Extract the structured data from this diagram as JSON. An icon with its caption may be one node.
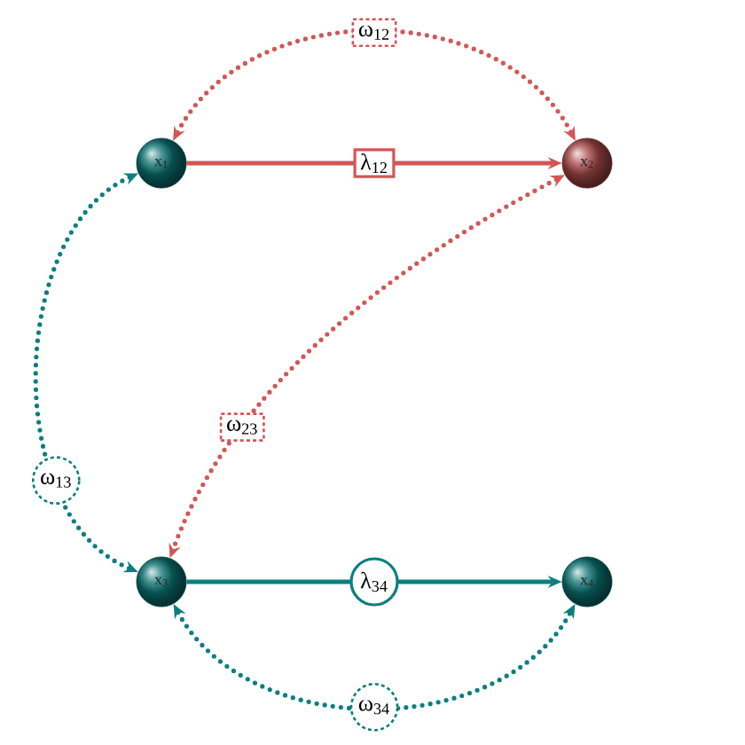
{
  "diagram": {
    "nodes": [
      {
        "text": [
          "x$_{1}$"
        ]
      },
      {
        "text": [
          "x$_{2}$"
        ]
      },
      {
        "text": [
          "x$_{3}$"
        ]
      },
      {
        "text": [
          "x$_{4}$"
        ]
      }
    ],
    "edges": [
      {
        "from": 0,
        "to": 1,
        "arrow": "to",
        "label": "λ$_{12}$",
        "color": "#d35656"
      },
      {
        "from": 0,
        "to": 1,
        "arrow": "both",
        "label": "ω$_{12}$",
        "style": "dashed",
        "color": "#d35656"
      },
      {
        "from": 1,
        "to": 2,
        "arrow": "both",
        "label": "ω$_{23}$",
        "style": "dashed",
        "color": "#d35656"
      },
      {
        "from": 0,
        "to": 2,
        "arrow": "both",
        "label": "ω$_{13}$",
        "style": "dashed",
        "color": "#0b7f7f"
      },
      {
        "from": 2,
        "to": 3,
        "arrow": "to",
        "label": "λ$_{34}$",
        "color": "#0b7f7f"
      },
      {
        "from": 2,
        "to": 3,
        "arrow": "both",
        "label": "ω$_{34}$",
        "style": "dashed",
        "color": "#0b7f7f"
      }
    ]
  }
}
